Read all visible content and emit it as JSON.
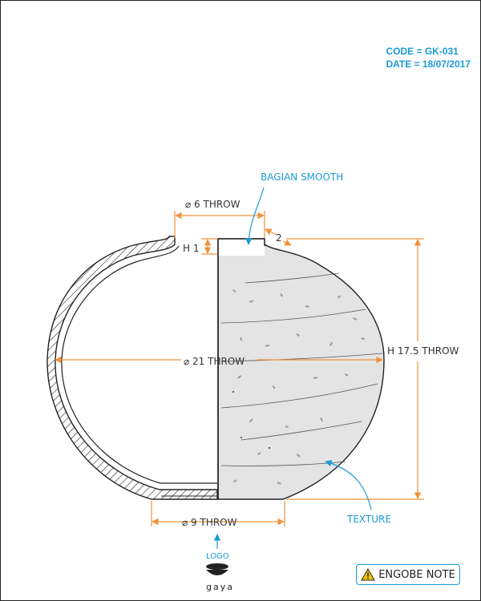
{
  "meta": {
    "code": "CODE = GK-031",
    "date": "DATE = 18/07/2017"
  },
  "labels": {
    "bagian_smooth": "BAGIAN SMOOTH",
    "texture": "TEXTURE",
    "logo": "LOGO",
    "brand": "gaya"
  },
  "dimensions": {
    "top_diameter": "⌀ 6 THROW",
    "neck_height": "H 1",
    "rim_offset": "2",
    "body_diameter": "⌀ 21 THROW",
    "total_height": "H 17.5 THROW",
    "base_diameter": "⌀ 9 THROW"
  },
  "note_button": {
    "label": "ENGOBE NOTE",
    "icon": "warning-icon"
  },
  "colors": {
    "dimension": "#f0923a",
    "callout": "#1a9bd7",
    "texture_fill": "#e4e4e4",
    "outline": "#222222"
  }
}
